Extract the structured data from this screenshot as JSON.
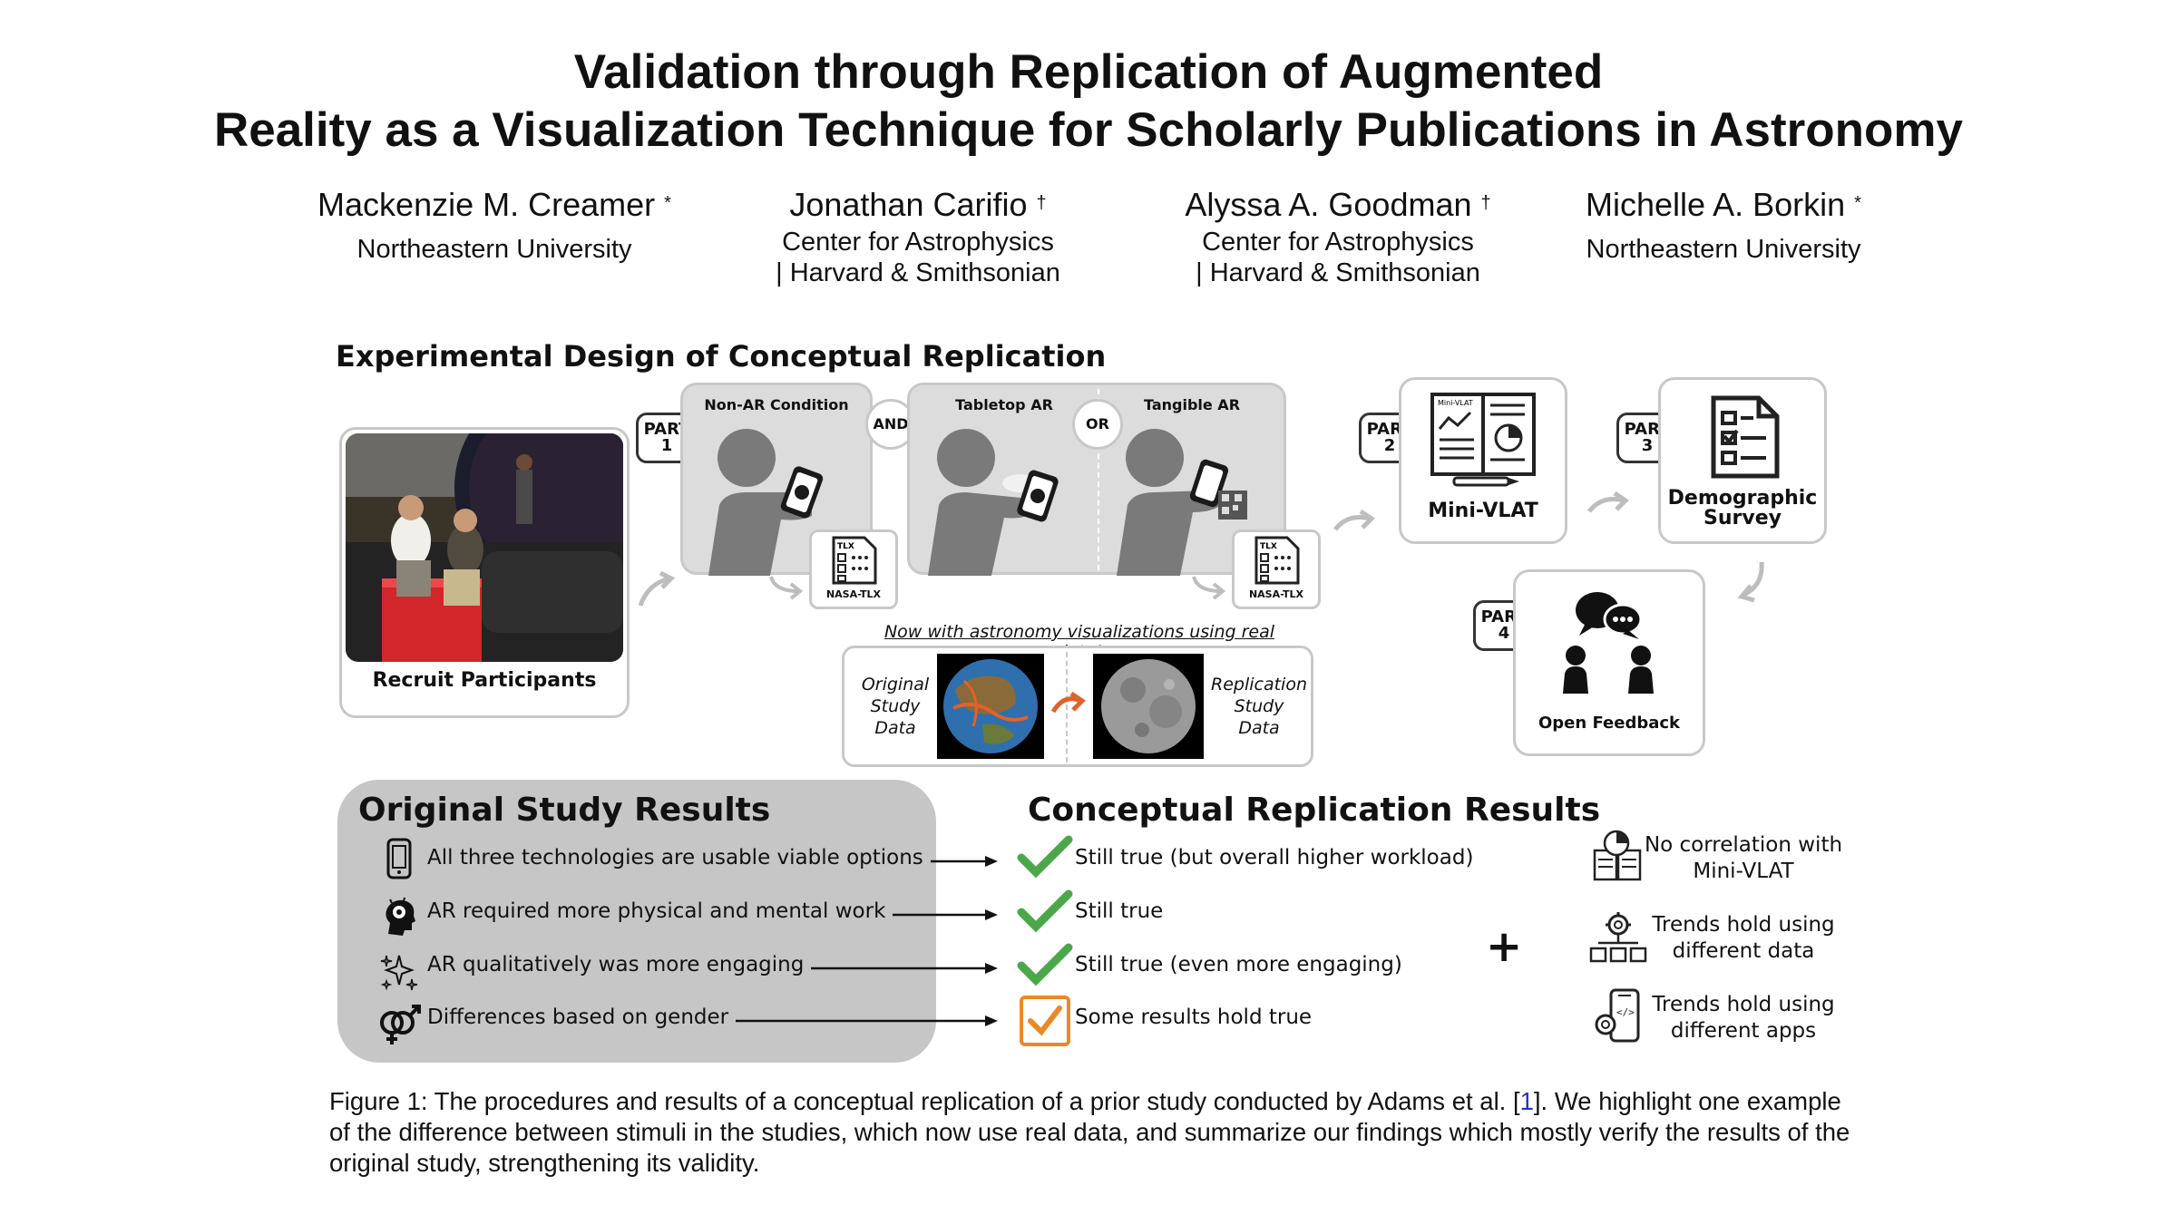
{
  "title": {
    "line1": "Validation through Replication of Augmented",
    "line2": "Reality as a Visualization Technique for Scholarly Publications in Astronomy"
  },
  "authors": [
    {
      "name": "Mackenzie M. Creamer",
      "mark": "*",
      "affil1": "Northeastern University",
      "affil2": ""
    },
    {
      "name": "Jonathan Carifio",
      "mark": "†",
      "affil1": "Center for Astrophysics",
      "affil2": "| Harvard & Smithsonian"
    },
    {
      "name": "Alyssa A. Goodman",
      "mark": "†",
      "affil1": "Center for Astrophysics",
      "affil2": "| Harvard & Smithsonian"
    },
    {
      "name": "Michelle A. Borkin",
      "mark": "*",
      "affil1": "Northeastern University",
      "affil2": ""
    }
  ],
  "design": {
    "heading": "Experimental Design of Conceptual Replication",
    "recruit_label": "Recruit Participants",
    "part1": {
      "badge_top": "PART",
      "badge_num": "1"
    },
    "part2": {
      "badge_top": "PART",
      "badge_num": "2",
      "label": "Mini-VLAT",
      "doc_tag": "Mini-VLAT"
    },
    "part3": {
      "badge_top": "PART",
      "badge_num": "3",
      "label_line1": "Demographic",
      "label_line2": "Survey"
    },
    "part4": {
      "badge_top": "PART",
      "badge_num": "4",
      "label": "Open Feedback"
    },
    "conditions": {
      "non_ar": "Non-AR Condition",
      "and": "AND",
      "tabletop": "Tabletop AR",
      "or": "OR",
      "tangible": "Tangible AR",
      "tlx": "NASA-TLX",
      "tlx_tag": "TLX"
    },
    "stimuli": {
      "banner": "Now with astronomy visualizations using real data!",
      "original": [
        "Original",
        "Study",
        "Data"
      ],
      "replication": [
        "Replication",
        "Study",
        "Data"
      ]
    }
  },
  "results": {
    "original_heading": "Original Study Results",
    "replication_heading": "Conceptual Replication Results",
    "rows": [
      {
        "icon": "phone-icon",
        "original": "All three technologies are usable viable options",
        "result_icon": "green-check",
        "result": "Still true (but overall higher workload)"
      },
      {
        "icon": "brain-head-icon",
        "original": "AR required more physical and mental work",
        "result_icon": "green-check",
        "result": "Still true"
      },
      {
        "icon": "sparkles-icon",
        "original": "AR qualitatively was more engaging",
        "result_icon": "green-check",
        "result": "Still true (even more engaging)"
      },
      {
        "icon": "gender-icon",
        "original": "Differences based on gender",
        "result_icon": "orange-check-box",
        "result": "Some results hold true"
      }
    ],
    "plus": "+",
    "side": [
      {
        "icon": "book-chart-icon",
        "line1": "No correlation with",
        "line2": "Mini-VLAT"
      },
      {
        "icon": "gear-network-icon",
        "line1": "Trends hold using",
        "line2": "different data"
      },
      {
        "icon": "phone-gear-icon",
        "line1": "Trends hold using",
        "line2": "different apps"
      }
    ]
  },
  "caption": {
    "before": "Figure 1: The procedures and results of a conceptual replication of a prior study conducted by Adams et al. [",
    "ref": "1",
    "after": "]. We highlight one example of the difference between stimuli in the studies, which now use real data, and summarize our findings which mostly verify the results of the original study, strengthening its validity."
  },
  "colors": {
    "check_green": "#4aa84a",
    "check_orange": "#e8892b",
    "panel_gray": "#c6c6c6",
    "condition_gray": "#dcdcdc",
    "figure_gray": "#7a7a7a",
    "arrow_orange": "#e0622a",
    "ref_blue": "#2a32b8"
  }
}
